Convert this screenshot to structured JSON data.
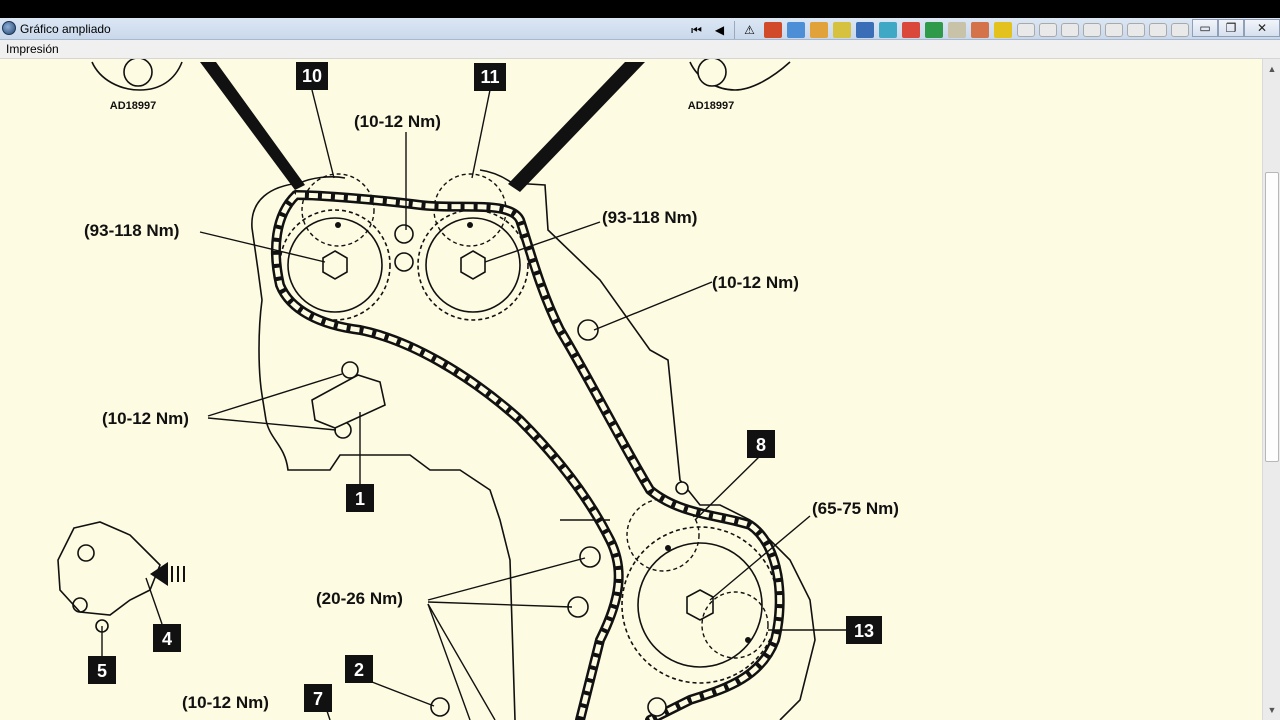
{
  "window": {
    "title": "Gráfico ampliado"
  },
  "menu": {
    "items": [
      "Impresión"
    ]
  },
  "toolbar": {
    "nav": [
      {
        "name": "first-page-button",
        "glyph": "⏮"
      },
      {
        "name": "prev-page-button",
        "glyph": "◀"
      },
      {
        "name": "warning-button",
        "glyph": "⚠"
      }
    ],
    "tools": [
      {
        "name": "tool-button-1",
        "color": "#d14b2a"
      },
      {
        "name": "tool-button-2",
        "color": "#4c8fd6"
      },
      {
        "name": "tool-button-3",
        "color": "#e2a23a"
      },
      {
        "name": "tool-button-4",
        "color": "#d6c23e"
      },
      {
        "name": "tool-button-5",
        "color": "#3a6fb8"
      },
      {
        "name": "tool-button-6",
        "color": "#3fa8c4"
      },
      {
        "name": "tool-button-7",
        "color": "#d9483b"
      },
      {
        "name": "tool-button-8",
        "color": "#2f9a4a"
      },
      {
        "name": "tool-button-9",
        "color": "#c7c2a8"
      },
      {
        "name": "tool-button-10",
        "color": "#d4734a"
      },
      {
        "name": "tool-button-11",
        "color": "#e4c21e"
      }
    ],
    "ghost_count": 8
  },
  "window_controls": {
    "minimize": "▭",
    "restore": "❐",
    "close": "✕"
  },
  "diagram": {
    "part_codes": [
      "AD18997",
      "AD18997"
    ],
    "callouts": [
      "10",
      "11",
      "8",
      "13",
      "1",
      "4",
      "5",
      "2",
      "7"
    ],
    "torques": [
      "(10-12 Nm)",
      "(93-118 Nm)",
      "(93-118 Nm)",
      "(10-12 Nm)",
      "(10-12 Nm)",
      "(65-75 Nm)",
      "(20-26 Nm)",
      "(10-12 Nm)"
    ]
  },
  "scrollbar": {
    "up": "▲",
    "down": "▼"
  }
}
